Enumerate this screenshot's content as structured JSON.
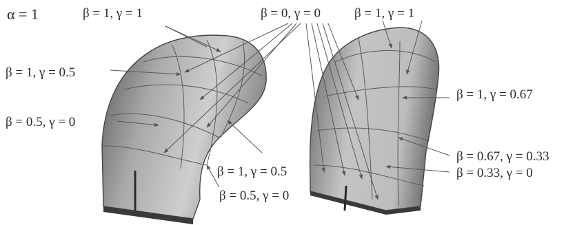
{
  "figure": {
    "alpha_label": "α = 1",
    "left_model": {
      "labels": {
        "top": "β = 1, γ = 1",
        "upper_left": "β = 1, γ = 0.5",
        "mid_left": "β = 0.5, γ = 0",
        "lower_right": "β = 1, γ = 0.5",
        "bottom": "β = 0.5, γ = 0"
      }
    },
    "shared_label": "β = 0, γ = 0",
    "right_model": {
      "labels": {
        "top": "β = 1, γ = 1",
        "r1": "β = 1, γ = 0.67",
        "r2": "β = 0.67, γ = 0.33",
        "r3": "β = 0.33, γ = 0"
      }
    }
  }
}
